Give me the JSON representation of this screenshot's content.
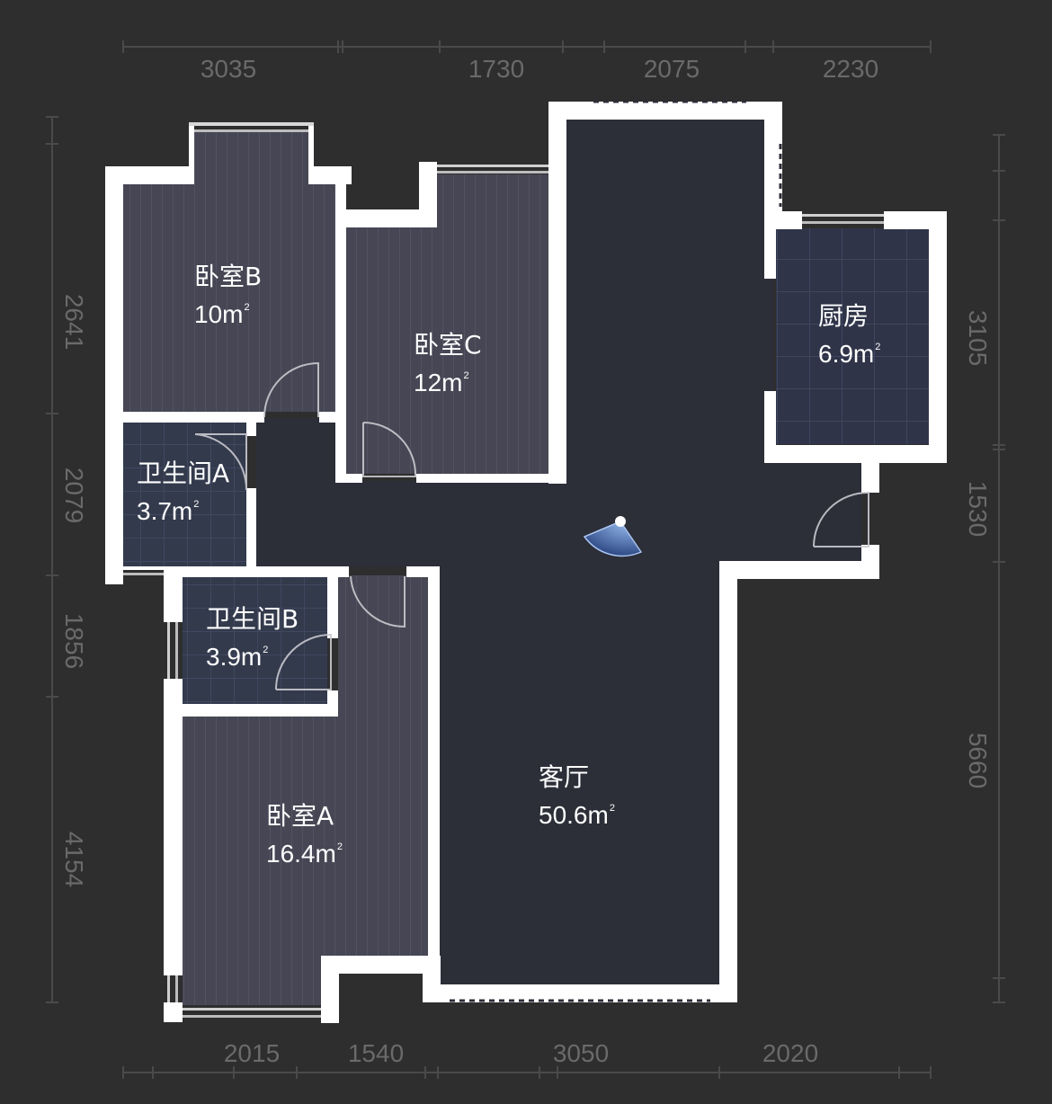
{
  "colors": {
    "background": "#2e2e2f",
    "wall": "#ffffff",
    "bedroom_floor": "#464654",
    "bathroom_floor": "#333a4c",
    "kitchen_floor": "#2f3448",
    "living_floor": "#2c2e38",
    "dimension_text": "#6a6a6b",
    "camera_accent": "#6f95d6"
  },
  "dimensions": {
    "top": [
      "3035",
      "1730",
      "2075",
      "2230"
    ],
    "bottom": [
      "2015",
      "1540",
      "3050",
      "2020"
    ],
    "left": [
      "2641",
      "2079",
      "1856",
      "4154"
    ],
    "right": [
      "3105",
      "1530",
      "5660"
    ]
  },
  "rooms": [
    {
      "id": "bedroom-b",
      "name": "卧室B",
      "area": "10m",
      "unit_sup": "2"
    },
    {
      "id": "bedroom-c",
      "name": "卧室C",
      "area": "12m",
      "unit_sup": "2"
    },
    {
      "id": "kitchen",
      "name": "厨房",
      "area": "6.9m",
      "unit_sup": "2"
    },
    {
      "id": "bathroom-a",
      "name": "卫生间A",
      "area": "3.7m",
      "unit_sup": "2"
    },
    {
      "id": "bathroom-b",
      "name": "卫生间B",
      "area": "3.9m",
      "unit_sup": "2"
    },
    {
      "id": "bedroom-a",
      "name": "卧室A",
      "area": "16.4m",
      "unit_sup": "2"
    },
    {
      "id": "living-room",
      "name": "客厅",
      "area": "50.6m",
      "unit_sup": "2"
    }
  ],
  "viewpoint": {
    "icon": "camera-viewpoint-icon"
  }
}
